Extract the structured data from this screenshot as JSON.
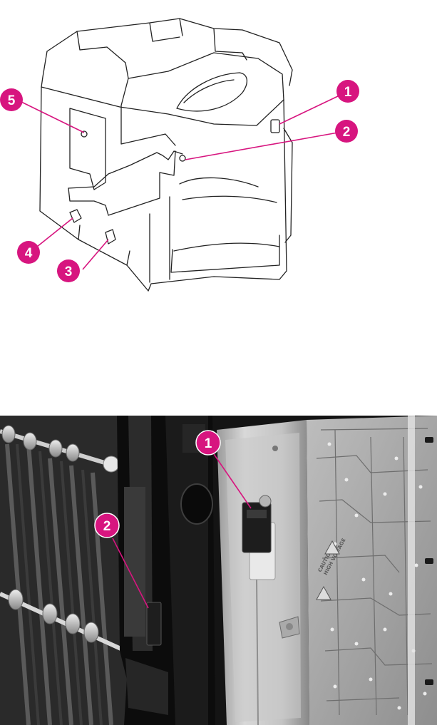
{
  "diagram": {
    "top_callouts": [
      "1",
      "2",
      "3",
      "4",
      "5"
    ],
    "photo_callouts": [
      "1",
      "2"
    ],
    "board_warning": [
      "CAUTION",
      "HIGH VOLTAGE"
    ],
    "callout_color": "#d7157f"
  }
}
